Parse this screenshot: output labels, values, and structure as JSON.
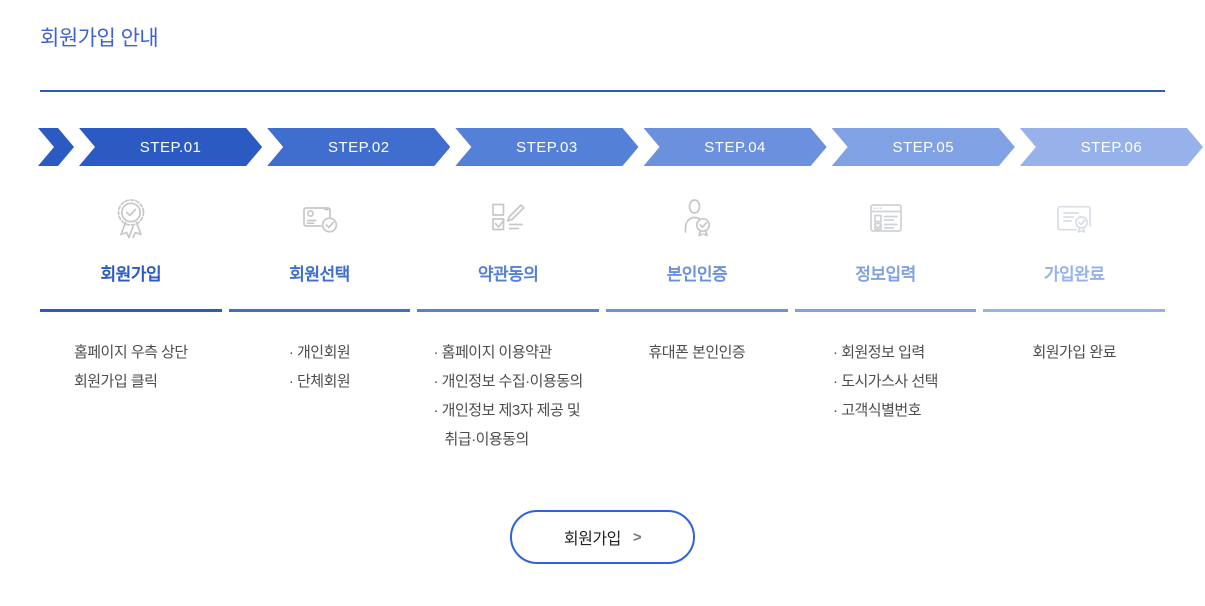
{
  "page": {
    "title": "회원가입 안내"
  },
  "colors": {
    "title": "#3e61d3",
    "title_rule": "#2d5ab8",
    "button_border": "#2f62d9",
    "button_text": "#222222",
    "desc_text": "#4d4d4d"
  },
  "steps": [
    {
      "step_label": "STEP.01",
      "name": "회원가입",
      "color": "#2a5ac2",
      "icon": "medal-check-icon",
      "icon_color": "#c7c7c7",
      "desc_lines": [
        {
          "bullet": false,
          "text": "홈페이지 우측 상단"
        },
        {
          "bullet": false,
          "text": "회원가입 클릭"
        }
      ]
    },
    {
      "step_label": "STEP.02",
      "name": "회원선택",
      "color": "#3f6ecf",
      "icon": "id-card-check-icon",
      "icon_color": "#c7c7c7",
      "desc_lines": [
        {
          "bullet": true,
          "text": "개인회원"
        },
        {
          "bullet": true,
          "text": "단체회원"
        }
      ]
    },
    {
      "step_label": "STEP.03",
      "name": "약관동의",
      "color": "#5580d7",
      "icon": "checklist-pen-icon",
      "icon_color": "#c7c7c7",
      "desc_lines": [
        {
          "bullet": true,
          "text": "홈페이지 이용약관"
        },
        {
          "bullet": true,
          "text": "개인정보 수집·이용동의"
        },
        {
          "bullet": true,
          "text": "개인정보 제3자 제공 및"
        },
        {
          "bullet": false,
          "indent": true,
          "text": "취급·이용동의"
        }
      ]
    },
    {
      "step_label": "STEP.04",
      "name": "본인인증",
      "color": "#6b90de",
      "icon": "person-verify-icon",
      "icon_color": "#c7c7c7",
      "desc_lines": [
        {
          "bullet": false,
          "text": "휴대폰 본인인증"
        }
      ]
    },
    {
      "step_label": "STEP.05",
      "name": "정보입력",
      "color": "#81a1e5",
      "icon": "form-window-icon",
      "icon_color": "#cfd2d8",
      "desc_lines": [
        {
          "bullet": true,
          "text": "회원정보 입력"
        },
        {
          "bullet": true,
          "text": "도시가스사 선택"
        },
        {
          "bullet": true,
          "text": "고객식별번호"
        }
      ]
    },
    {
      "step_label": "STEP.06",
      "name": "가입완료",
      "color": "#97b2eb",
      "icon": "certificate-icon",
      "icon_color": "#d9dde6",
      "desc_lines": [
        {
          "bullet": false,
          "text": "회원가입 완료"
        }
      ]
    }
  ],
  "button": {
    "label": "회원가입",
    "chevron": ">"
  }
}
